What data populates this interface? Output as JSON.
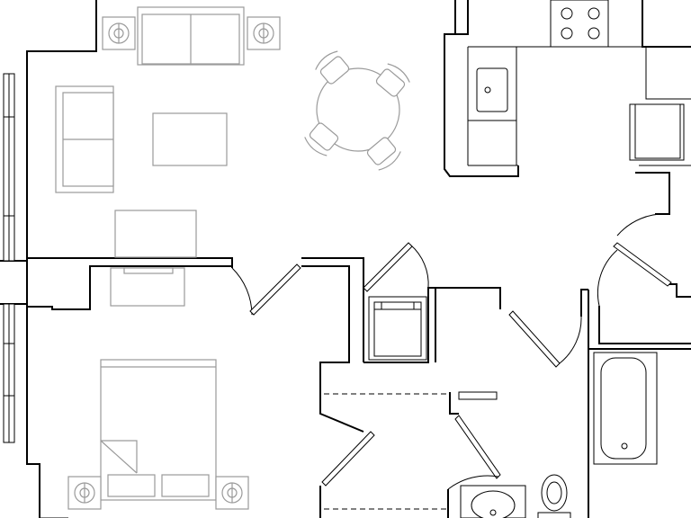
{
  "colors": {
    "walls": "#000000",
    "furniture": "#9a9a9a",
    "background": "#ffffff"
  },
  "icons": {
    "plan": "floor-plan",
    "furniture": [
      "sofa",
      "armchair",
      "coffee-table",
      "end-table",
      "dining-table",
      "dining-chair",
      "tv-console",
      "dresser",
      "bed",
      "nightstand"
    ],
    "fixtures": [
      "cooktop",
      "kitchen-sink",
      "refrigerator",
      "washer-dryer",
      "bathtub",
      "bathroom-sink",
      "toilet"
    ]
  }
}
